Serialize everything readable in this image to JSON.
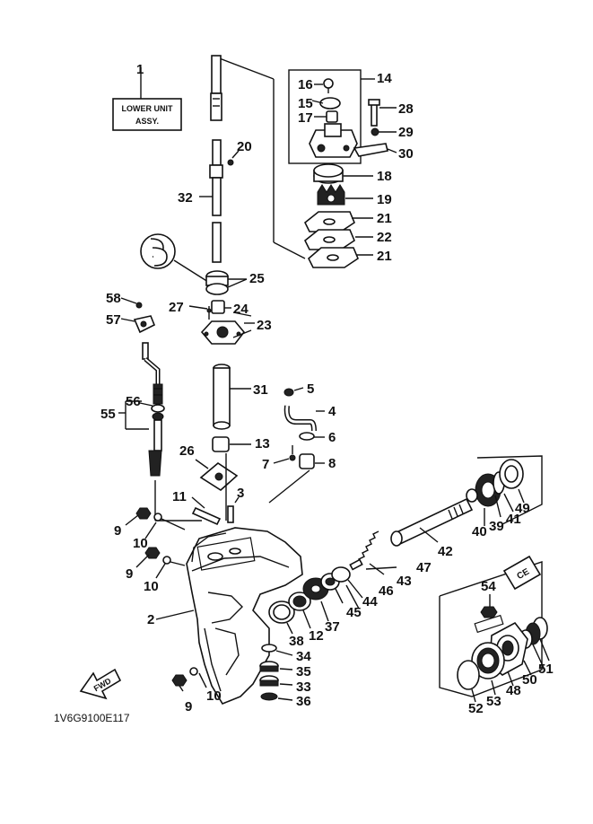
{
  "title_box": {
    "line1": "LOWER UNIT",
    "line2": "ASSY."
  },
  "fwd_label": "FWD",
  "drawing_code": "1V6G9100E117",
  "callouts": [
    "1",
    "2",
    "3",
    "4",
    "5",
    "6",
    "7",
    "8",
    "9",
    "10",
    "11",
    "12",
    "13",
    "14",
    "15",
    "16",
    "17",
    "18",
    "19",
    "20",
    "21",
    "22",
    "23",
    "24",
    "25",
    "26",
    "27",
    "28",
    "29",
    "30",
    "31",
    "32",
    "33",
    "34",
    "35",
    "36",
    "37",
    "38",
    "39",
    "40",
    "41",
    "42",
    "43",
    "44",
    "45",
    "46",
    "47",
    "48",
    "49",
    "50",
    "51",
    "52",
    "53",
    "54",
    "55",
    "56",
    "57",
    "58"
  ]
}
